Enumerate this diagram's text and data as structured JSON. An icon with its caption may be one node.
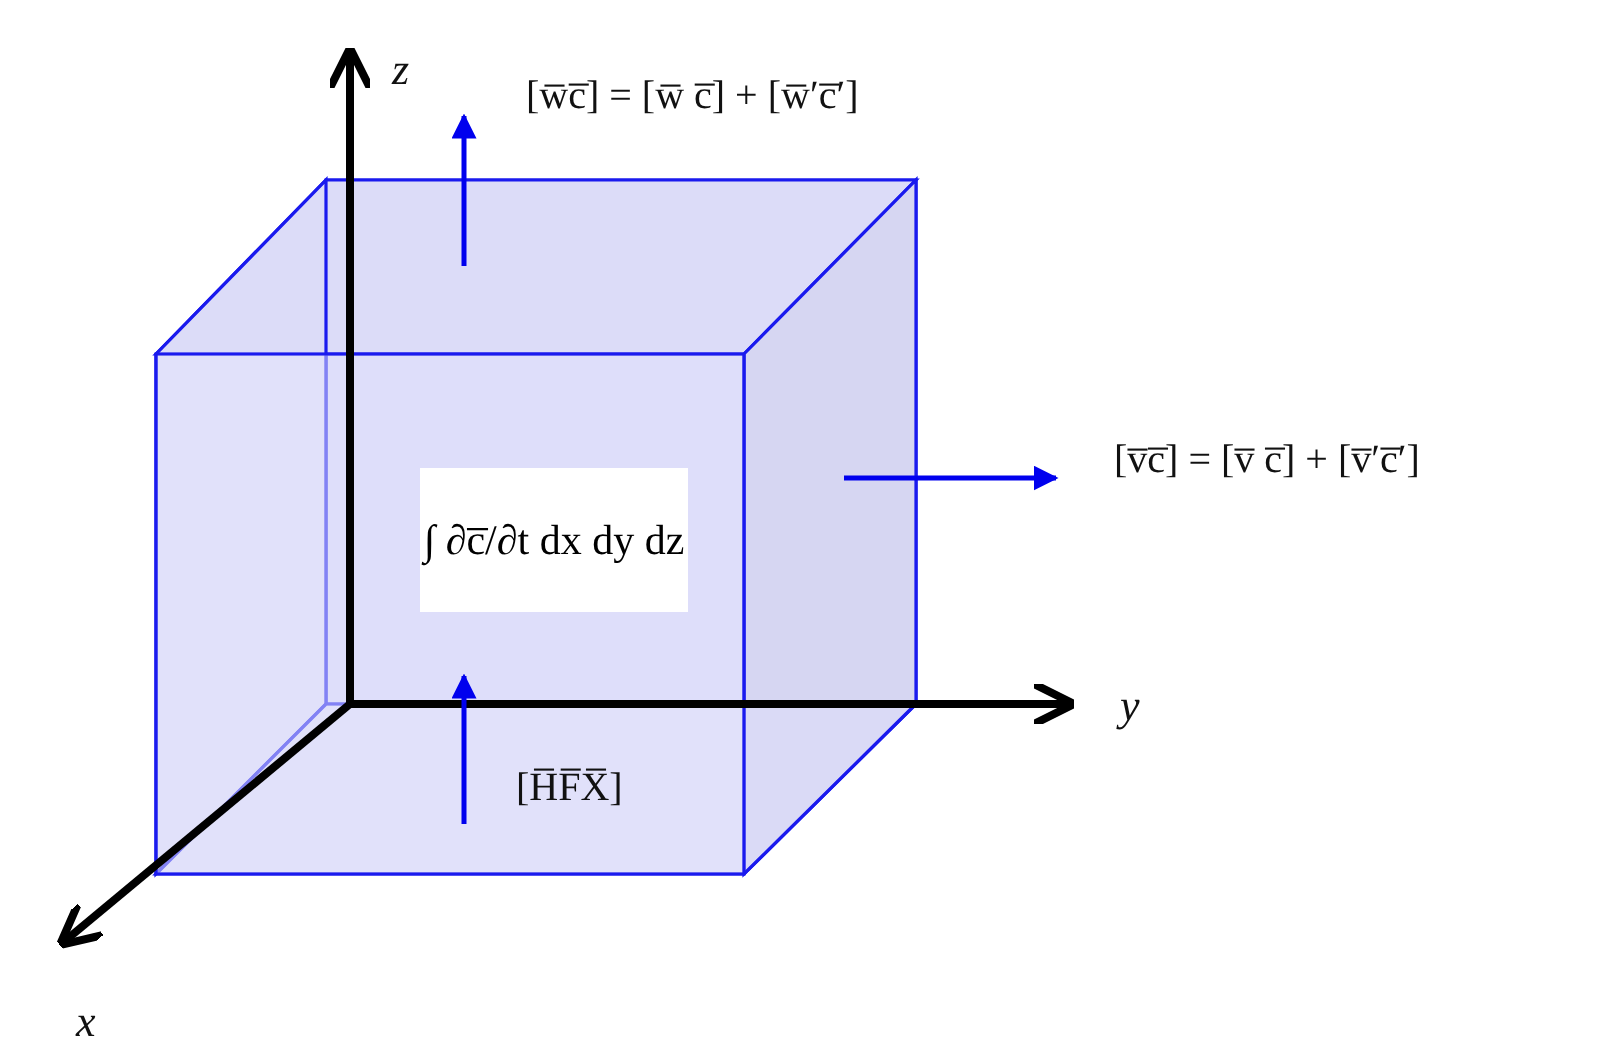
{
  "diagram": {
    "nodes": [
      {
        "text": [
          "∫ ∂c̅/∂t dx dy dz"
        ]
      }
    ],
    "labels": [
      "z",
      "[w̅c̅] = [w̅ c̅] + [w̅′c̅′]",
      "[v̅c̅] = [v̅ c̅] + [v̅′c̅′]",
      "y",
      "[H̅F̅X̅]",
      "x"
    ]
  }
}
